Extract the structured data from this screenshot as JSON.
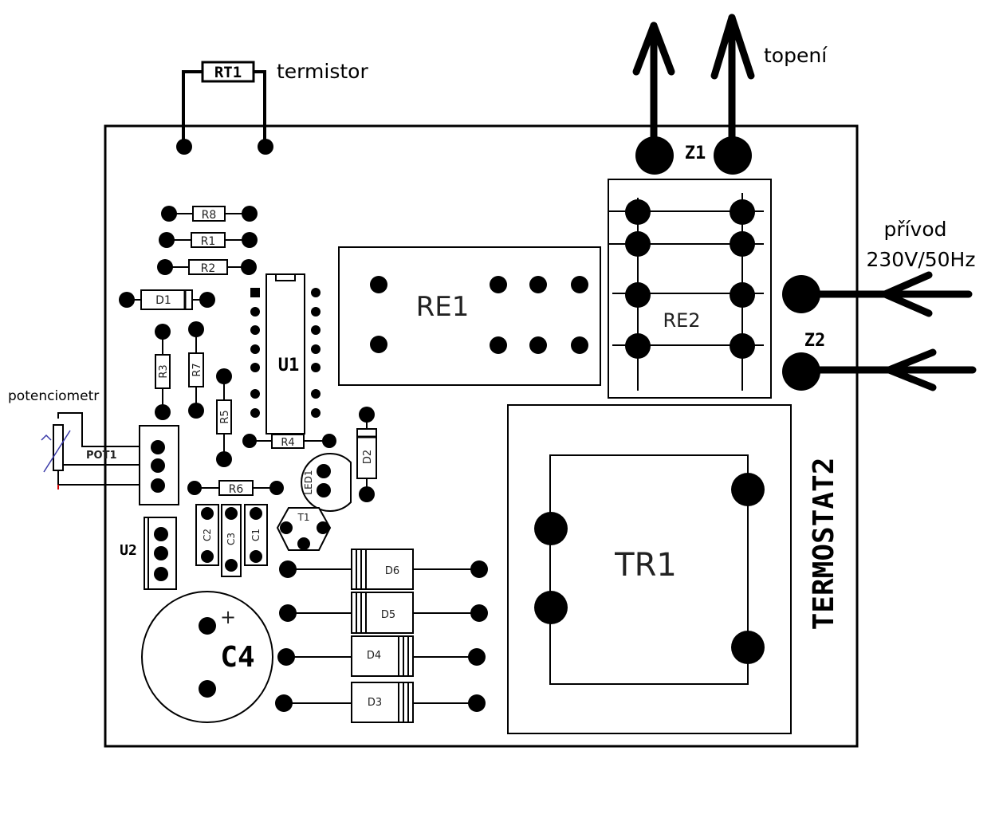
{
  "labels": {
    "termistor": "termistor",
    "topeni": "topení",
    "privod_line1": "přívod",
    "privod_line2": "230V/50Hz",
    "potenciometr": "potenciometr",
    "board_name": "TERMOSTAT2"
  },
  "components": {
    "RT1": "RT1",
    "R8": "R8",
    "R1": "R1",
    "R2": "R2",
    "D1": "D1",
    "R3": "R3",
    "R7": "R7",
    "R5": "R5",
    "R4": "R4",
    "R6": "R6",
    "U1": "U1",
    "U2": "U2",
    "D2": "D2",
    "LED1": "LED1",
    "T1": "T1",
    "POT1": "POT1",
    "C1": "C1",
    "C2": "C2",
    "C3": "C3",
    "C4": "C4",
    "C4_plus": "+",
    "D3": "D3",
    "D4": "D4",
    "D5": "D5",
    "D6": "D6",
    "RE1": "RE1",
    "RE2": "RE2",
    "Z1": "Z1",
    "Z2": "Z2",
    "TR1": "TR1"
  }
}
